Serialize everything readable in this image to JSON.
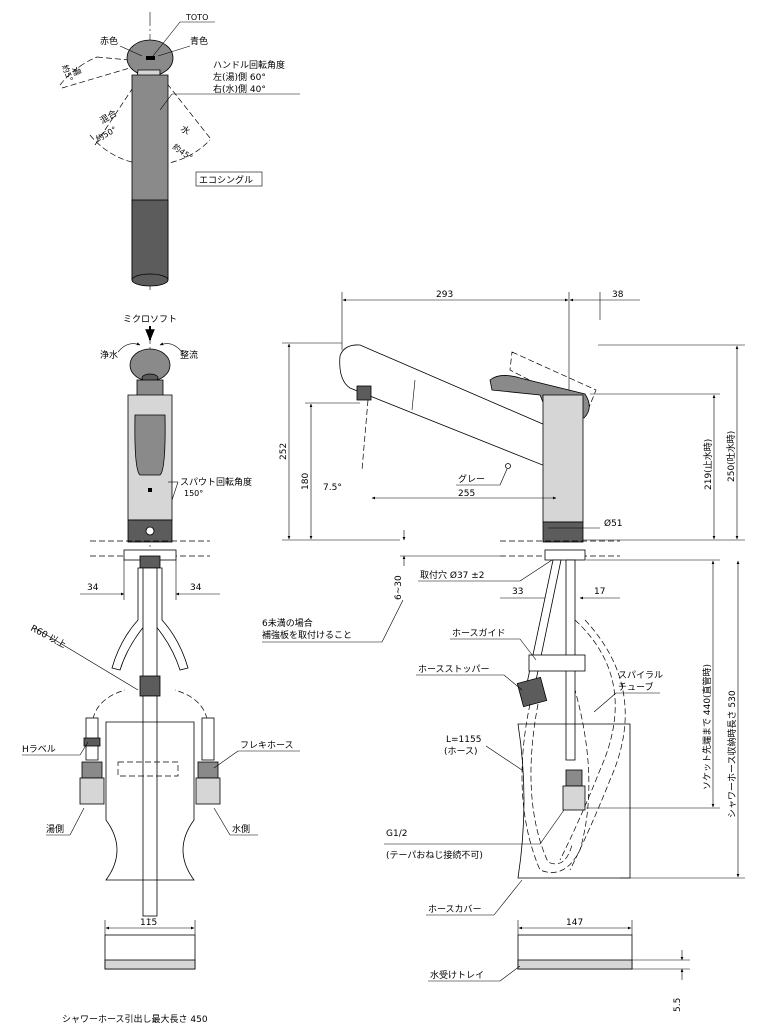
{
  "labels": {
    "brand": "TOTO",
    "red": "赤色",
    "blue": "青色",
    "handle_angle_title": "ハンドル回転角度",
    "handle_angle_left": "左(湯)側 60°",
    "handle_angle_right": "右(水)側 40°",
    "hot_a": "湯",
    "hot_b": "約5°",
    "mix_a": "混合",
    "mix_b": "約50°",
    "cold_a": "水",
    "cold_b": "約45°",
    "eco_single": "エコシングル",
    "microsoft": "ミクロソフト",
    "purified": "浄水",
    "rectified": "整流",
    "spout_angle": "スパウト回転角度",
    "spout_angle_value": "150°",
    "d293": "293",
    "d38": "38",
    "d252": "252",
    "d180": "180",
    "angle75": "7.5°",
    "d255": "255",
    "gray_color": "グレー",
    "d219": "219(止水時)",
    "d250": "250(吐水時)",
    "d51": "Ø51",
    "hole": "取付穴 Ø37 ±2",
    "d33": "33",
    "d17": "17",
    "d6_30": "6~30",
    "plate_note_1": "6未満の場合",
    "plate_note_2": "補強板を取付けること",
    "d34_left": "34",
    "d34_right": "34",
    "r60": "R60 以上",
    "hose_guide": "ホースガイド",
    "hose_stopper": "ホースストッパー",
    "spiral_1": "スパイラル",
    "spiral_2": "チューブ",
    "h_label": "Hラベル",
    "flexi_hose": "フレキホース",
    "hot_side": "湯側",
    "cold_side": "水側",
    "hose_len_1": "L=1155",
    "hose_len_2": "(ホース)",
    "socket_dim": "ソケット先端まで 440(直管時)",
    "shower_dim": "シャワーホース収納時長さ 530",
    "g12": "G1/2",
    "taper": "(テーパおねじ接続不可)",
    "hose_cover": "ホースカバー",
    "d115": "115",
    "d147": "147",
    "tray": "水受けトレイ",
    "d55": "5.5",
    "bottom_note": "シャワーホース引出し最大長さ 450"
  }
}
